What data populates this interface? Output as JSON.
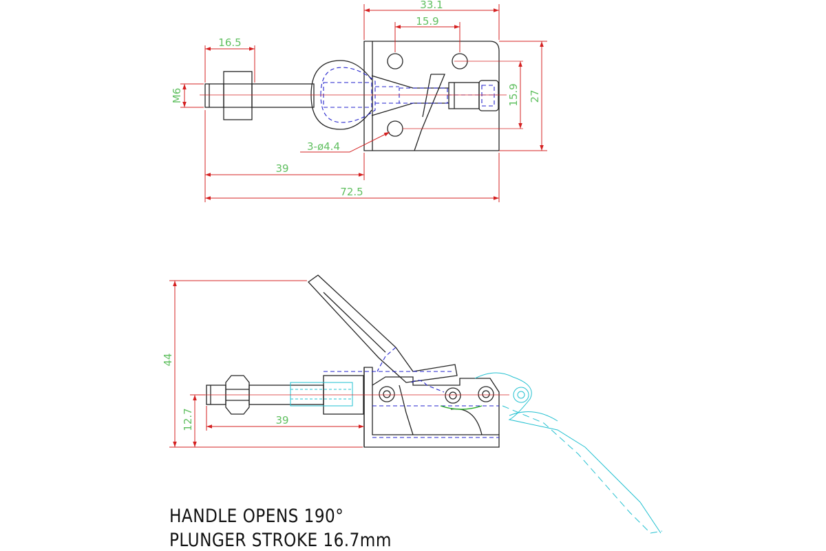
{
  "colors": {
    "outline": "#222222",
    "dimension": "#d42020",
    "dimension_text": "#5fbf5f",
    "hidden": "#2222cc",
    "movement": "#22c0d0",
    "cam": "#22aa22"
  },
  "top_view": {
    "dim_overall_width": "33.1",
    "dim_hole_spacing_horizontal": "15.9",
    "dim_plunger_extension": "16.5",
    "dim_thread": "M6",
    "dim_hole_spacing_vertical": "15.9",
    "dim_base_height": "27",
    "dim_holes": "3-ø4.4",
    "dim_plunger_to_base": "39",
    "dim_overall_length": "72.5"
  },
  "side_view": {
    "dim_height": "44",
    "dim_plunger_height": "12.7",
    "dim_plunger_to_base": "39"
  },
  "notes": {
    "handle": "HANDLE OPENS 190°",
    "stroke": "PLUNGER STROKE 16.7mm"
  }
}
